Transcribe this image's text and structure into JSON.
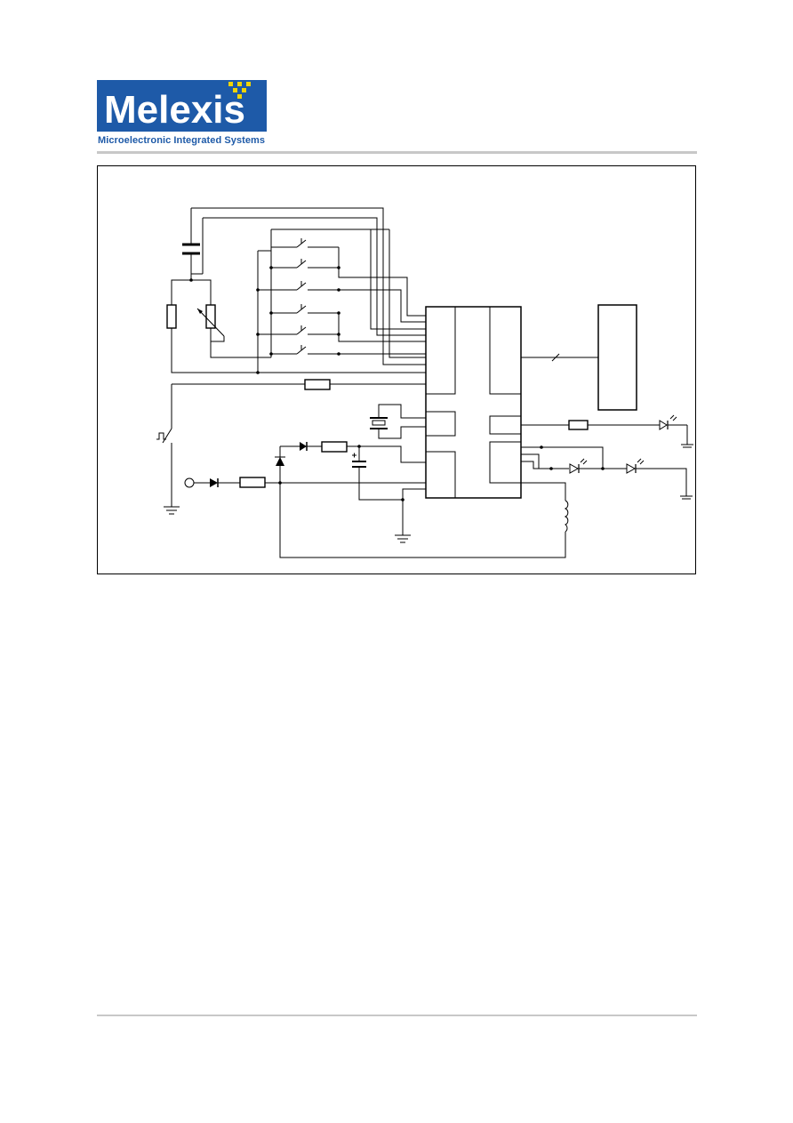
{
  "logo": {
    "wordmark": "Melexis",
    "tagline": "Microelectronic Integrated Systems",
    "brand_color": "#1e5aa8",
    "accent_color": "#f2d400"
  },
  "diagram": {
    "type": "circuit-schematic",
    "labels": []
  }
}
